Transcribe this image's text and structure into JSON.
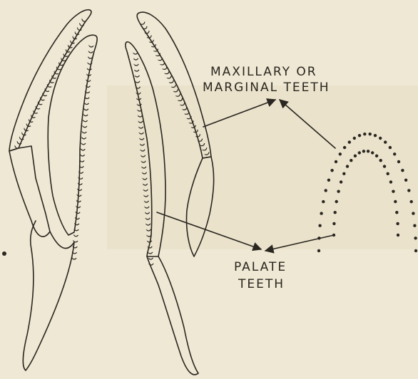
{
  "labels": {
    "maxillary_line1": "MAXILLARY OR",
    "maxillary_line2": "MARGINAL TEETH",
    "palate_line1": "PALATE",
    "palate_line2": "TEETH"
  },
  "colors": {
    "paper": "#efe8d4",
    "paper_shade": "#e6dcc3",
    "ink": "#2a2620"
  }
}
